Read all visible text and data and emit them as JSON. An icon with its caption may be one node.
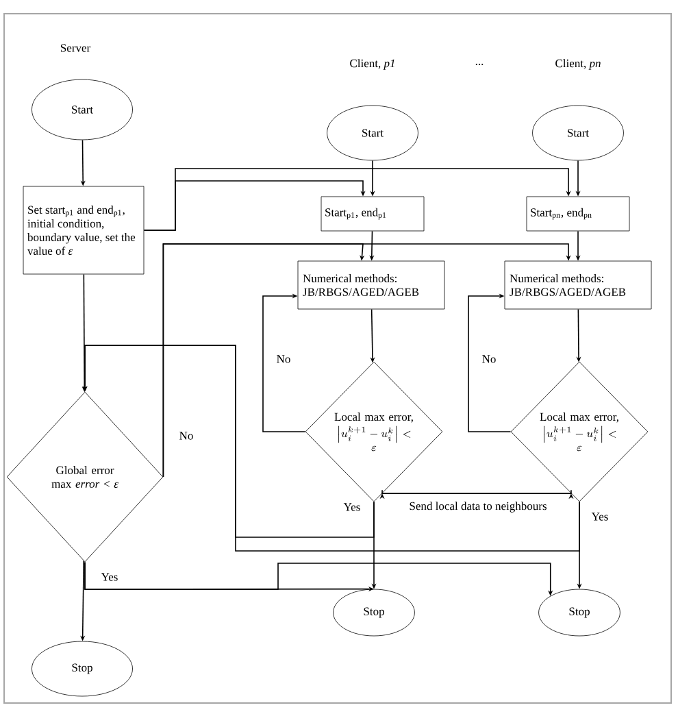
{
  "diagram": {
    "nodes": [
      {
        "text": [
          "Start"
        ]
      },
      {
        "text": [
          "Set start$_{p1}$ and end$_{p1}$, initial condition, boundary value, set the value of *ε*"
        ]
      },
      {
        "text": [
          "Global error max *error* < *ε*"
        ]
      },
      {
        "text": [
          "Stop"
        ]
      },
      {
        "text": [
          "Start"
        ]
      },
      {
        "text": [
          "Start"
        ]
      },
      {
        "text": [
          "Start$_{p1}$, end$_{p1}$"
        ]
      },
      {
        "text": [
          "Start$_{pn}$, end$_{pn}$"
        ]
      },
      {
        "text": [
          "Numerical methods: JB/RBGS/AGED/AGEB"
        ]
      },
      {
        "text": [
          "Numerical methods: JB/RBGS/AGED/AGEB"
        ]
      },
      {
        "text": [
          "Local max error,",
          "\\left|u_i^{k+1}-u_i^{k}\\right|<\\varepsilon"
        ]
      },
      {
        "text": [
          "Local max error,",
          "\\left|u_i^{k+1}-u_i^{k}\\right|<\\varepsilon"
        ]
      },
      {
        "text": [
          "Stop"
        ]
      },
      {
        "text": [
          "Stop"
        ]
      }
    ],
    "edges": [
      {
        "from": 0,
        "to": 1,
        "arrow": "to"
      },
      {
        "from": 1,
        "to": 6,
        "arrow": "to"
      },
      {
        "from": 1,
        "to": 7,
        "arrow": "to"
      },
      {
        "from": 4,
        "to": 6,
        "arrow": "to"
      },
      {
        "from": 5,
        "to": 7,
        "arrow": "to"
      },
      {
        "from": 6,
        "to": 8,
        "arrow": "to"
      },
      {
        "from": 7,
        "to": 9,
        "arrow": "to"
      },
      {
        "from": 8,
        "to": 10,
        "arrow": "to"
      },
      {
        "from": 9,
        "to": 11,
        "arrow": "to"
      },
      {
        "from": 10,
        "to": 8,
        "arrow": "to",
        "label": "No"
      },
      {
        "from": 11,
        "to": 9,
        "arrow": "to",
        "label": "No"
      },
      {
        "from": 2,
        "to": 8,
        "arrow": "to",
        "label": "No"
      },
      {
        "from": 2,
        "to": 9,
        "arrow": "to"
      },
      {
        "from": 10,
        "to": 2,
        "arrow": "to"
      },
      {
        "from": 11,
        "to": 2,
        "arrow": "to"
      },
      {
        "from": 1,
        "to": 2,
        "arrow": "to"
      },
      {
        "from": 10,
        "to": 12,
        "arrow": "to",
        "label": "Yes"
      },
      {
        "from": 11,
        "to": 13,
        "arrow": "to",
        "label": "Yes"
      },
      {
        "from": 10,
        "to": 11,
        "arrow": "both",
        "label": "Send local data to neighbours"
      },
      {
        "from": 2,
        "to": 3,
        "arrow": "to",
        "label": "Yes"
      },
      {
        "from": 2,
        "to": 12,
        "arrow": "to"
      },
      {
        "from": 2,
        "to": 13,
        "arrow": "to"
      }
    ],
    "labels": [
      "Server",
      "Client, *p1*",
      "...",
      "Client, *pn*"
    ]
  }
}
